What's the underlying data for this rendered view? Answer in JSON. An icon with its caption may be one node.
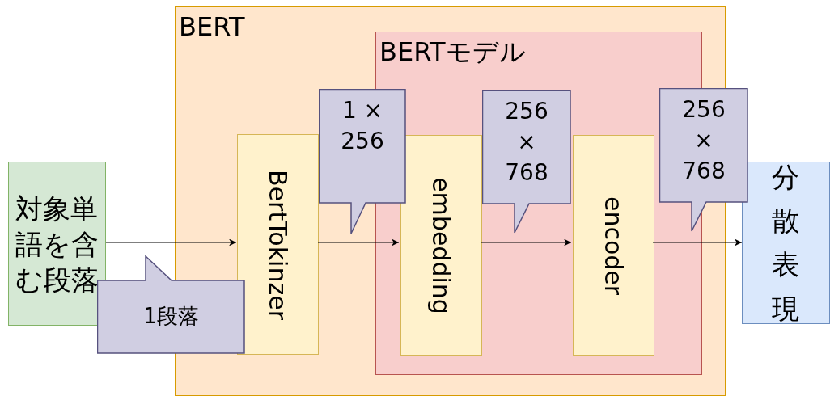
{
  "diagram": {
    "nodes": [
      {
        "text": [
          "対象単語を含む段落"
        ]
      },
      {
        "text": [
          "BERT"
        ]
      },
      {
        "text": [
          "BERTモデル"
        ],
        "in": 1
      },
      {
        "text": [
          "BertTokinzer"
        ],
        "in": 1
      },
      {
        "text": [
          "embedding"
        ],
        "in": 2
      },
      {
        "text": [
          "encoder"
        ],
        "in": 2
      },
      {
        "text": [
          "分散表現"
        ]
      },
      {
        "text": [
          "1段落"
        ]
      },
      {
        "text": [
          "1 × 256"
        ],
        "in": 1
      },
      {
        "text": [
          "256 × 768"
        ],
        "in": 2
      },
      {
        "text": [
          "256 × 768"
        ]
      }
    ],
    "edges": [
      {
        "from": 0,
        "to": 3,
        "arrow": "to"
      },
      {
        "from": 3,
        "to": 4,
        "arrow": "to"
      },
      {
        "from": 4,
        "to": 5,
        "arrow": "to"
      },
      {
        "from": 5,
        "to": 6,
        "arrow": "to"
      }
    ]
  }
}
